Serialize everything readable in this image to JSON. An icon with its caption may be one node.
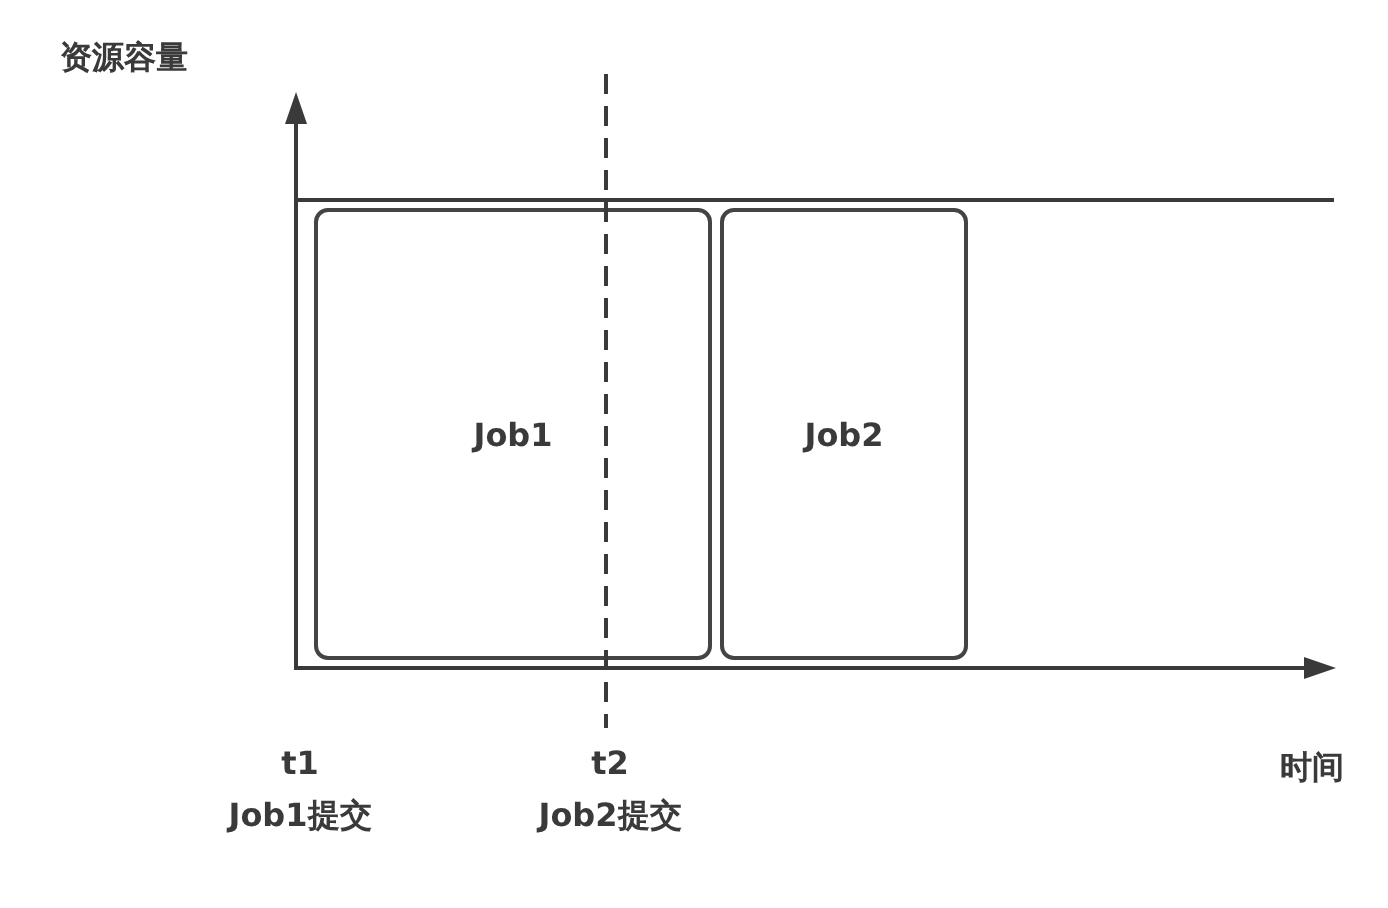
{
  "diagram": {
    "nodes": [
      {
        "text": [
          "Job1"
        ]
      },
      {
        "text": [
          "Job2"
        ]
      }
    ],
    "labels": [
      "资源容量",
      "t1",
      "Job1提交",
      "t2",
      "Job2提交",
      "时间"
    ]
  }
}
